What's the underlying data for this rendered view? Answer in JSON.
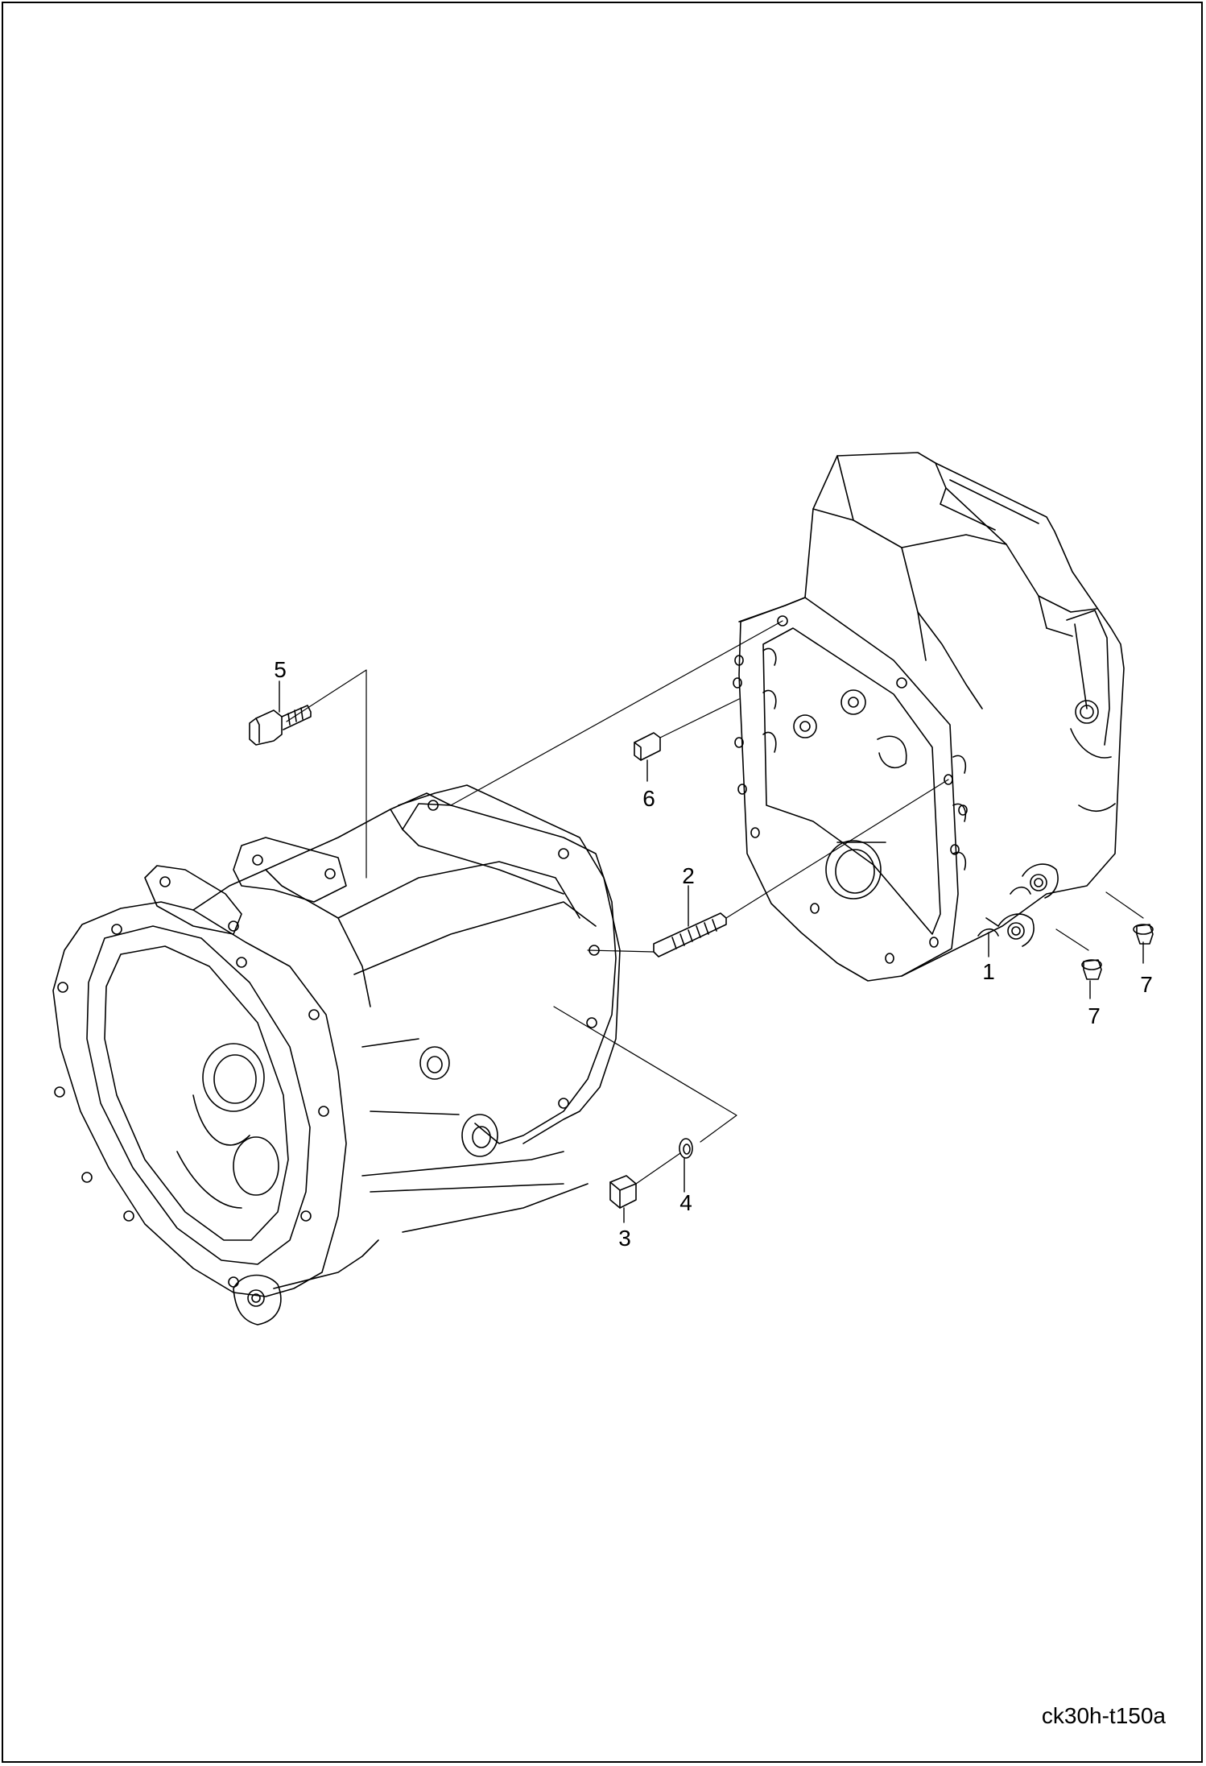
{
  "diagram": {
    "drawing_id": "ck30h-t150a",
    "callouts": [
      {
        "id": "1",
        "label": "1"
      },
      {
        "id": "2",
        "label": "2"
      },
      {
        "id": "3",
        "label": "3"
      },
      {
        "id": "4",
        "label": "4"
      },
      {
        "id": "5",
        "label": "5"
      },
      {
        "id": "6",
        "label": "6"
      },
      {
        "id": "7a",
        "label": "7"
      },
      {
        "id": "7b",
        "label": "7"
      }
    ]
  }
}
